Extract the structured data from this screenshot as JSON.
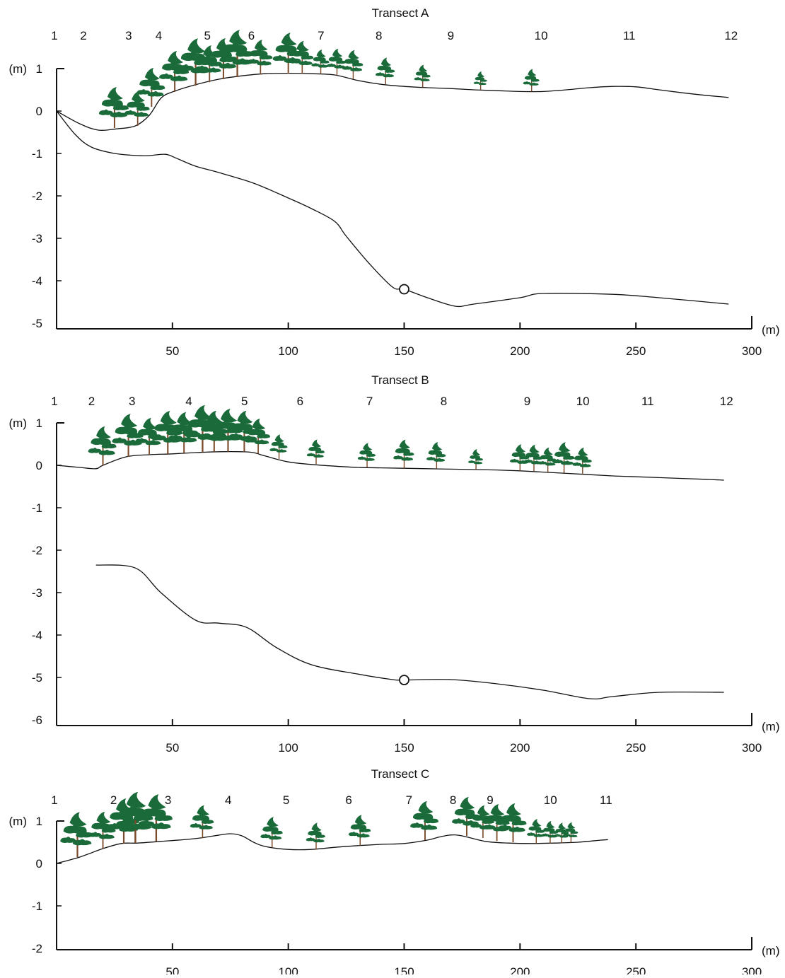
{
  "colors": {
    "foliage": "#1b6b3a",
    "trunk": "#7a4a2a",
    "line": "#111111"
  },
  "x_axis": {
    "unit": "(m)",
    "ticks": [
      50,
      100,
      150,
      200,
      250,
      300
    ]
  },
  "y_axis": {
    "unit": "(m)"
  },
  "chart_data": [
    {
      "type": "line",
      "title": "Transect A",
      "ylim": [
        -5,
        1
      ],
      "y_ticks": [
        1,
        0,
        -1,
        -2,
        -3,
        -4,
        -5
      ],
      "station_labels": [
        "1",
        "2",
        "3",
        "4",
        "5",
        "6",
        "7",
        "8",
        "9",
        "10",
        "11",
        "12"
      ],
      "station_x": [
        0,
        12.5,
        32,
        45,
        66,
        85,
        115,
        140,
        171,
        210,
        248,
        292
      ],
      "series": [
        {
          "role": "surface",
          "x": [
            0,
            10,
            18,
            26,
            34,
            40,
            45,
            50,
            60,
            70,
            80,
            90,
            100,
            110,
            120,
            130,
            140,
            150,
            160,
            170,
            180,
            190,
            200,
            210,
            220,
            230,
            240,
            250,
            260,
            270,
            280,
            290
          ],
          "y": [
            0.0,
            -0.3,
            -0.45,
            -0.42,
            -0.35,
            -0.1,
            0.3,
            0.45,
            0.62,
            0.75,
            0.83,
            0.88,
            0.89,
            0.88,
            0.85,
            0.72,
            0.63,
            0.58,
            0.55,
            0.53,
            0.5,
            0.48,
            0.46,
            0.46,
            0.5,
            0.55,
            0.58,
            0.57,
            0.5,
            0.43,
            0.37,
            0.32
          ]
        },
        {
          "role": "bottom",
          "x": [
            0,
            8,
            15,
            25,
            35,
            40,
            47,
            52,
            60,
            70,
            85,
            100,
            110,
            120,
            125,
            135,
            145,
            150,
            160,
            172,
            180,
            200,
            210,
            240,
            260,
            290
          ],
          "y": [
            0.0,
            -0.55,
            -0.85,
            -1.0,
            -1.05,
            -1.05,
            -1.02,
            -1.12,
            -1.3,
            -1.45,
            -1.7,
            -2.05,
            -2.3,
            -2.6,
            -2.95,
            -3.6,
            -4.15,
            -4.2,
            -4.4,
            -4.6,
            -4.55,
            -4.4,
            -4.3,
            -4.32,
            -4.4,
            -4.55
          ]
        }
      ],
      "marker": {
        "x": 150,
        "y": -4.2
      },
      "trees": [
        {
          "x": 25,
          "y": -0.4,
          "s": 1.0
        },
        {
          "x": 35,
          "y": -0.35,
          "s": 0.85
        },
        {
          "x": 41,
          "y": 0.1,
          "s": 0.95
        },
        {
          "x": 51,
          "y": 0.45,
          "s": 1.0
        },
        {
          "x": 60,
          "y": 0.6,
          "s": 1.15
        },
        {
          "x": 66,
          "y": 0.68,
          "s": 0.9
        },
        {
          "x": 72,
          "y": 0.75,
          "s": 1.0
        },
        {
          "x": 78,
          "y": 0.8,
          "s": 1.15
        },
        {
          "x": 88,
          "y": 0.86,
          "s": 0.85
        },
        {
          "x": 100,
          "y": 0.88,
          "s": 1.0
        },
        {
          "x": 106,
          "y": 0.88,
          "s": 0.8
        },
        {
          "x": 114,
          "y": 0.87,
          "s": 0.6
        },
        {
          "x": 121,
          "y": 0.84,
          "s": 0.65
        },
        {
          "x": 128,
          "y": 0.76,
          "s": 0.7
        },
        {
          "x": 142,
          "y": 0.63,
          "s": 0.65
        },
        {
          "x": 158,
          "y": 0.56,
          "s": 0.55
        },
        {
          "x": 183,
          "y": 0.5,
          "s": 0.45
        },
        {
          "x": 205,
          "y": 0.46,
          "s": 0.55
        }
      ]
    },
    {
      "type": "line",
      "title": "Transect B",
      "ylim": [
        -6,
        1
      ],
      "y_ticks": [
        1,
        0,
        -1,
        -2,
        -3,
        -4,
        -5,
        -6
      ],
      "station_labels": [
        "1",
        "2",
        "3",
        "4",
        "5",
        "6",
        "7",
        "8",
        "9",
        "10",
        "11",
        "12"
      ],
      "station_x": [
        0,
        16,
        33.5,
        58,
        82,
        106,
        136,
        168,
        204,
        228,
        256,
        290
      ],
      "series": [
        {
          "role": "surface",
          "x": [
            0,
            10,
            17,
            20,
            30,
            40,
            50,
            60,
            70,
            80,
            85,
            90,
            100,
            110,
            120,
            130,
            140,
            150,
            160,
            170,
            180,
            190,
            200,
            210,
            220,
            230,
            240,
            250,
            260,
            270,
            280,
            288
          ],
          "y": [
            0.0,
            -0.05,
            -0.08,
            0.0,
            0.2,
            0.25,
            0.27,
            0.3,
            0.32,
            0.32,
            0.3,
            0.22,
            0.08,
            0.02,
            -0.02,
            -0.05,
            -0.06,
            -0.07,
            -0.08,
            -0.09,
            -0.1,
            -0.11,
            -0.13,
            -0.16,
            -0.19,
            -0.22,
            -0.25,
            -0.27,
            -0.29,
            -0.31,
            -0.33,
            -0.35
          ]
        },
        {
          "role": "bottom",
          "x": [
            17,
            34,
            45,
            60,
            70,
            82,
            95,
            110,
            130,
            145,
            150,
            170,
            190,
            210,
            230,
            240,
            260,
            288
          ],
          "y": [
            -2.35,
            -2.42,
            -3.0,
            -3.65,
            -3.72,
            -3.82,
            -4.3,
            -4.7,
            -4.92,
            -5.05,
            -5.06,
            -5.05,
            -5.15,
            -5.3,
            -5.5,
            -5.45,
            -5.35,
            -5.35
          ]
        }
      ],
      "marker": {
        "x": 150,
        "y": -5.06
      },
      "trees": [
        {
          "x": 20,
          "y": 0.0,
          "s": 0.95
        },
        {
          "x": 31,
          "y": 0.2,
          "s": 1.05
        },
        {
          "x": 40,
          "y": 0.25,
          "s": 0.9
        },
        {
          "x": 48,
          "y": 0.27,
          "s": 1.05
        },
        {
          "x": 55,
          "y": 0.29,
          "s": 1.0
        },
        {
          "x": 63,
          "y": 0.31,
          "s": 1.15
        },
        {
          "x": 68,
          "y": 0.32,
          "s": 1.0
        },
        {
          "x": 74,
          "y": 0.32,
          "s": 1.05
        },
        {
          "x": 81,
          "y": 0.32,
          "s": 1.0
        },
        {
          "x": 87,
          "y": 0.28,
          "s": 0.85
        },
        {
          "x": 96,
          "y": 0.15,
          "s": 0.6
        },
        {
          "x": 112,
          "y": 0.03,
          "s": 0.6
        },
        {
          "x": 134,
          "y": -0.05,
          "s": 0.6
        },
        {
          "x": 150,
          "y": -0.07,
          "s": 0.7
        },
        {
          "x": 164,
          "y": -0.08,
          "s": 0.65
        },
        {
          "x": 181,
          "y": -0.1,
          "s": 0.5
        },
        {
          "x": 200,
          "y": -0.13,
          "s": 0.65
        },
        {
          "x": 206,
          "y": -0.14,
          "s": 0.65
        },
        {
          "x": 212,
          "y": -0.16,
          "s": 0.6
        },
        {
          "x": 219,
          "y": -0.18,
          "s": 0.75
        },
        {
          "x": 227,
          "y": -0.21,
          "s": 0.65
        }
      ]
    },
    {
      "type": "line",
      "title": "Transect C",
      "ylim": [
        -2,
        1
      ],
      "y_ticks": [
        1,
        0,
        -1,
        -2
      ],
      "station_labels": [
        "1",
        "2",
        "3",
        "4",
        "5",
        "6",
        "7",
        "8",
        "9",
        "10",
        "11"
      ],
      "station_x": [
        0,
        25.5,
        49,
        75,
        100,
        127,
        153,
        172,
        188,
        214,
        238
      ],
      "series": [
        {
          "role": "surface",
          "x": [
            0,
            10,
            20,
            28,
            35,
            45,
            55,
            62,
            68,
            75,
            80,
            85,
            90,
            100,
            110,
            120,
            130,
            140,
            150,
            160,
            165,
            170,
            175,
            185,
            195,
            205,
            215,
            225,
            235,
            238
          ],
          "y": [
            0.0,
            0.15,
            0.35,
            0.47,
            0.48,
            0.52,
            0.56,
            0.6,
            0.65,
            0.7,
            0.65,
            0.5,
            0.4,
            0.33,
            0.33,
            0.38,
            0.42,
            0.45,
            0.47,
            0.55,
            0.62,
            0.67,
            0.65,
            0.52,
            0.48,
            0.47,
            0.48,
            0.5,
            0.55,
            0.56
          ]
        }
      ],
      "marker": null,
      "trees": [
        {
          "x": 9,
          "y": 0.15,
          "s": 1.1
        },
        {
          "x": 20,
          "y": 0.35,
          "s": 0.9
        },
        {
          "x": 29,
          "y": 0.47,
          "s": 1.1
        },
        {
          "x": 34,
          "y": 0.48,
          "s": 1.25
        },
        {
          "x": 43,
          "y": 0.52,
          "s": 1.15
        },
        {
          "x": 63,
          "y": 0.6,
          "s": 0.8
        },
        {
          "x": 93,
          "y": 0.37,
          "s": 0.75
        },
        {
          "x": 112,
          "y": 0.33,
          "s": 0.65
        },
        {
          "x": 131,
          "y": 0.42,
          "s": 0.75
        },
        {
          "x": 159,
          "y": 0.55,
          "s": 0.95
        },
        {
          "x": 177,
          "y": 0.65,
          "s": 0.95
        },
        {
          "x": 184,
          "y": 0.6,
          "s": 0.8
        },
        {
          "x": 190,
          "y": 0.53,
          "s": 0.9
        },
        {
          "x": 197,
          "y": 0.5,
          "s": 0.95
        },
        {
          "x": 207,
          "y": 0.47,
          "s": 0.6
        },
        {
          "x": 213,
          "y": 0.47,
          "s": 0.55
        },
        {
          "x": 218,
          "y": 0.48,
          "s": 0.5
        },
        {
          "x": 222,
          "y": 0.49,
          "s": 0.5
        }
      ]
    }
  ]
}
